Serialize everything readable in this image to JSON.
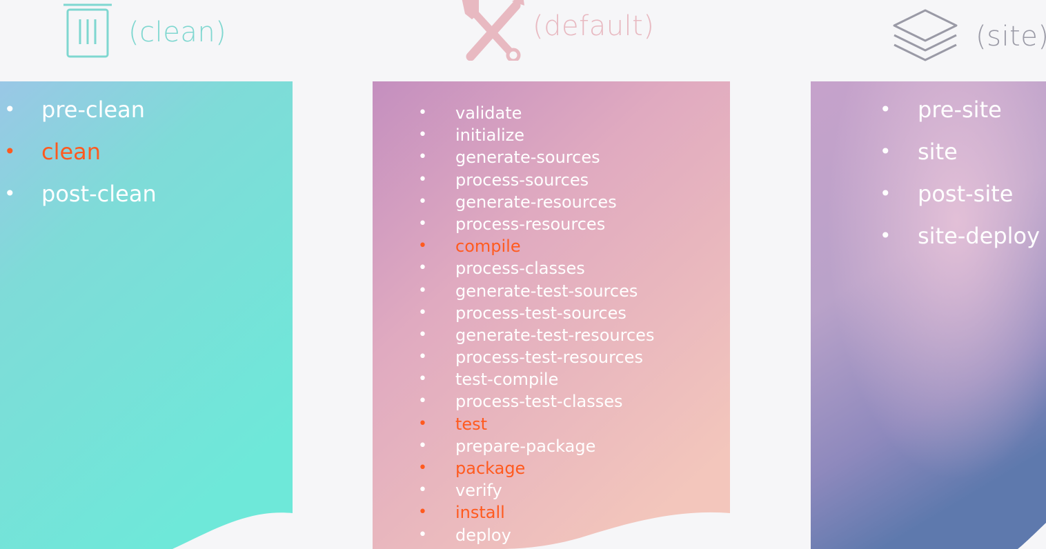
{
  "lifecycles": {
    "clean": {
      "title": "(clean)",
      "icon": "trash-icon",
      "color": "#7fd7d0",
      "phases": [
        {
          "label": "pre-clean",
          "highlighted": false
        },
        {
          "label": "clean",
          "highlighted": true
        },
        {
          "label": "post-clean",
          "highlighted": false
        }
      ]
    },
    "default": {
      "title": "(default)",
      "icon": "tools-icon",
      "color": "#e8b9c1",
      "phases": [
        {
          "label": "validate",
          "highlighted": false
        },
        {
          "label": "initialize",
          "highlighted": false
        },
        {
          "label": "generate-sources",
          "highlighted": false
        },
        {
          "label": "process-sources",
          "highlighted": false
        },
        {
          "label": "generate-resources",
          "highlighted": false
        },
        {
          "label": "process-resources",
          "highlighted": false
        },
        {
          "label": "compile",
          "highlighted": true
        },
        {
          "label": "process-classes",
          "highlighted": false
        },
        {
          "label": "generate-test-sources",
          "highlighted": false
        },
        {
          "label": "process-test-sources",
          "highlighted": false
        },
        {
          "label": "generate-test-resources",
          "highlighted": false
        },
        {
          "label": "process-test-resources",
          "highlighted": false
        },
        {
          "label": "test-compile",
          "highlighted": false
        },
        {
          "label": "process-test-classes",
          "highlighted": false
        },
        {
          "label": "test",
          "highlighted": true
        },
        {
          "label": "prepare-package",
          "highlighted": false
        },
        {
          "label": "package",
          "highlighted": true
        },
        {
          "label": "verify",
          "highlighted": false
        },
        {
          "label": "install",
          "highlighted": true
        },
        {
          "label": "deploy",
          "highlighted": false
        }
      ]
    },
    "site": {
      "title": "(site)",
      "icon": "layers-icon",
      "color": "#9a9aa6",
      "phases": [
        {
          "label": "pre-site",
          "highlighted": false
        },
        {
          "label": "site",
          "highlighted": false
        },
        {
          "label": "post-site",
          "highlighted": false
        },
        {
          "label": "site-deploy",
          "highlighted": false
        }
      ]
    }
  },
  "highlight_color": "#ff5a1f",
  "bullet_char": "•"
}
